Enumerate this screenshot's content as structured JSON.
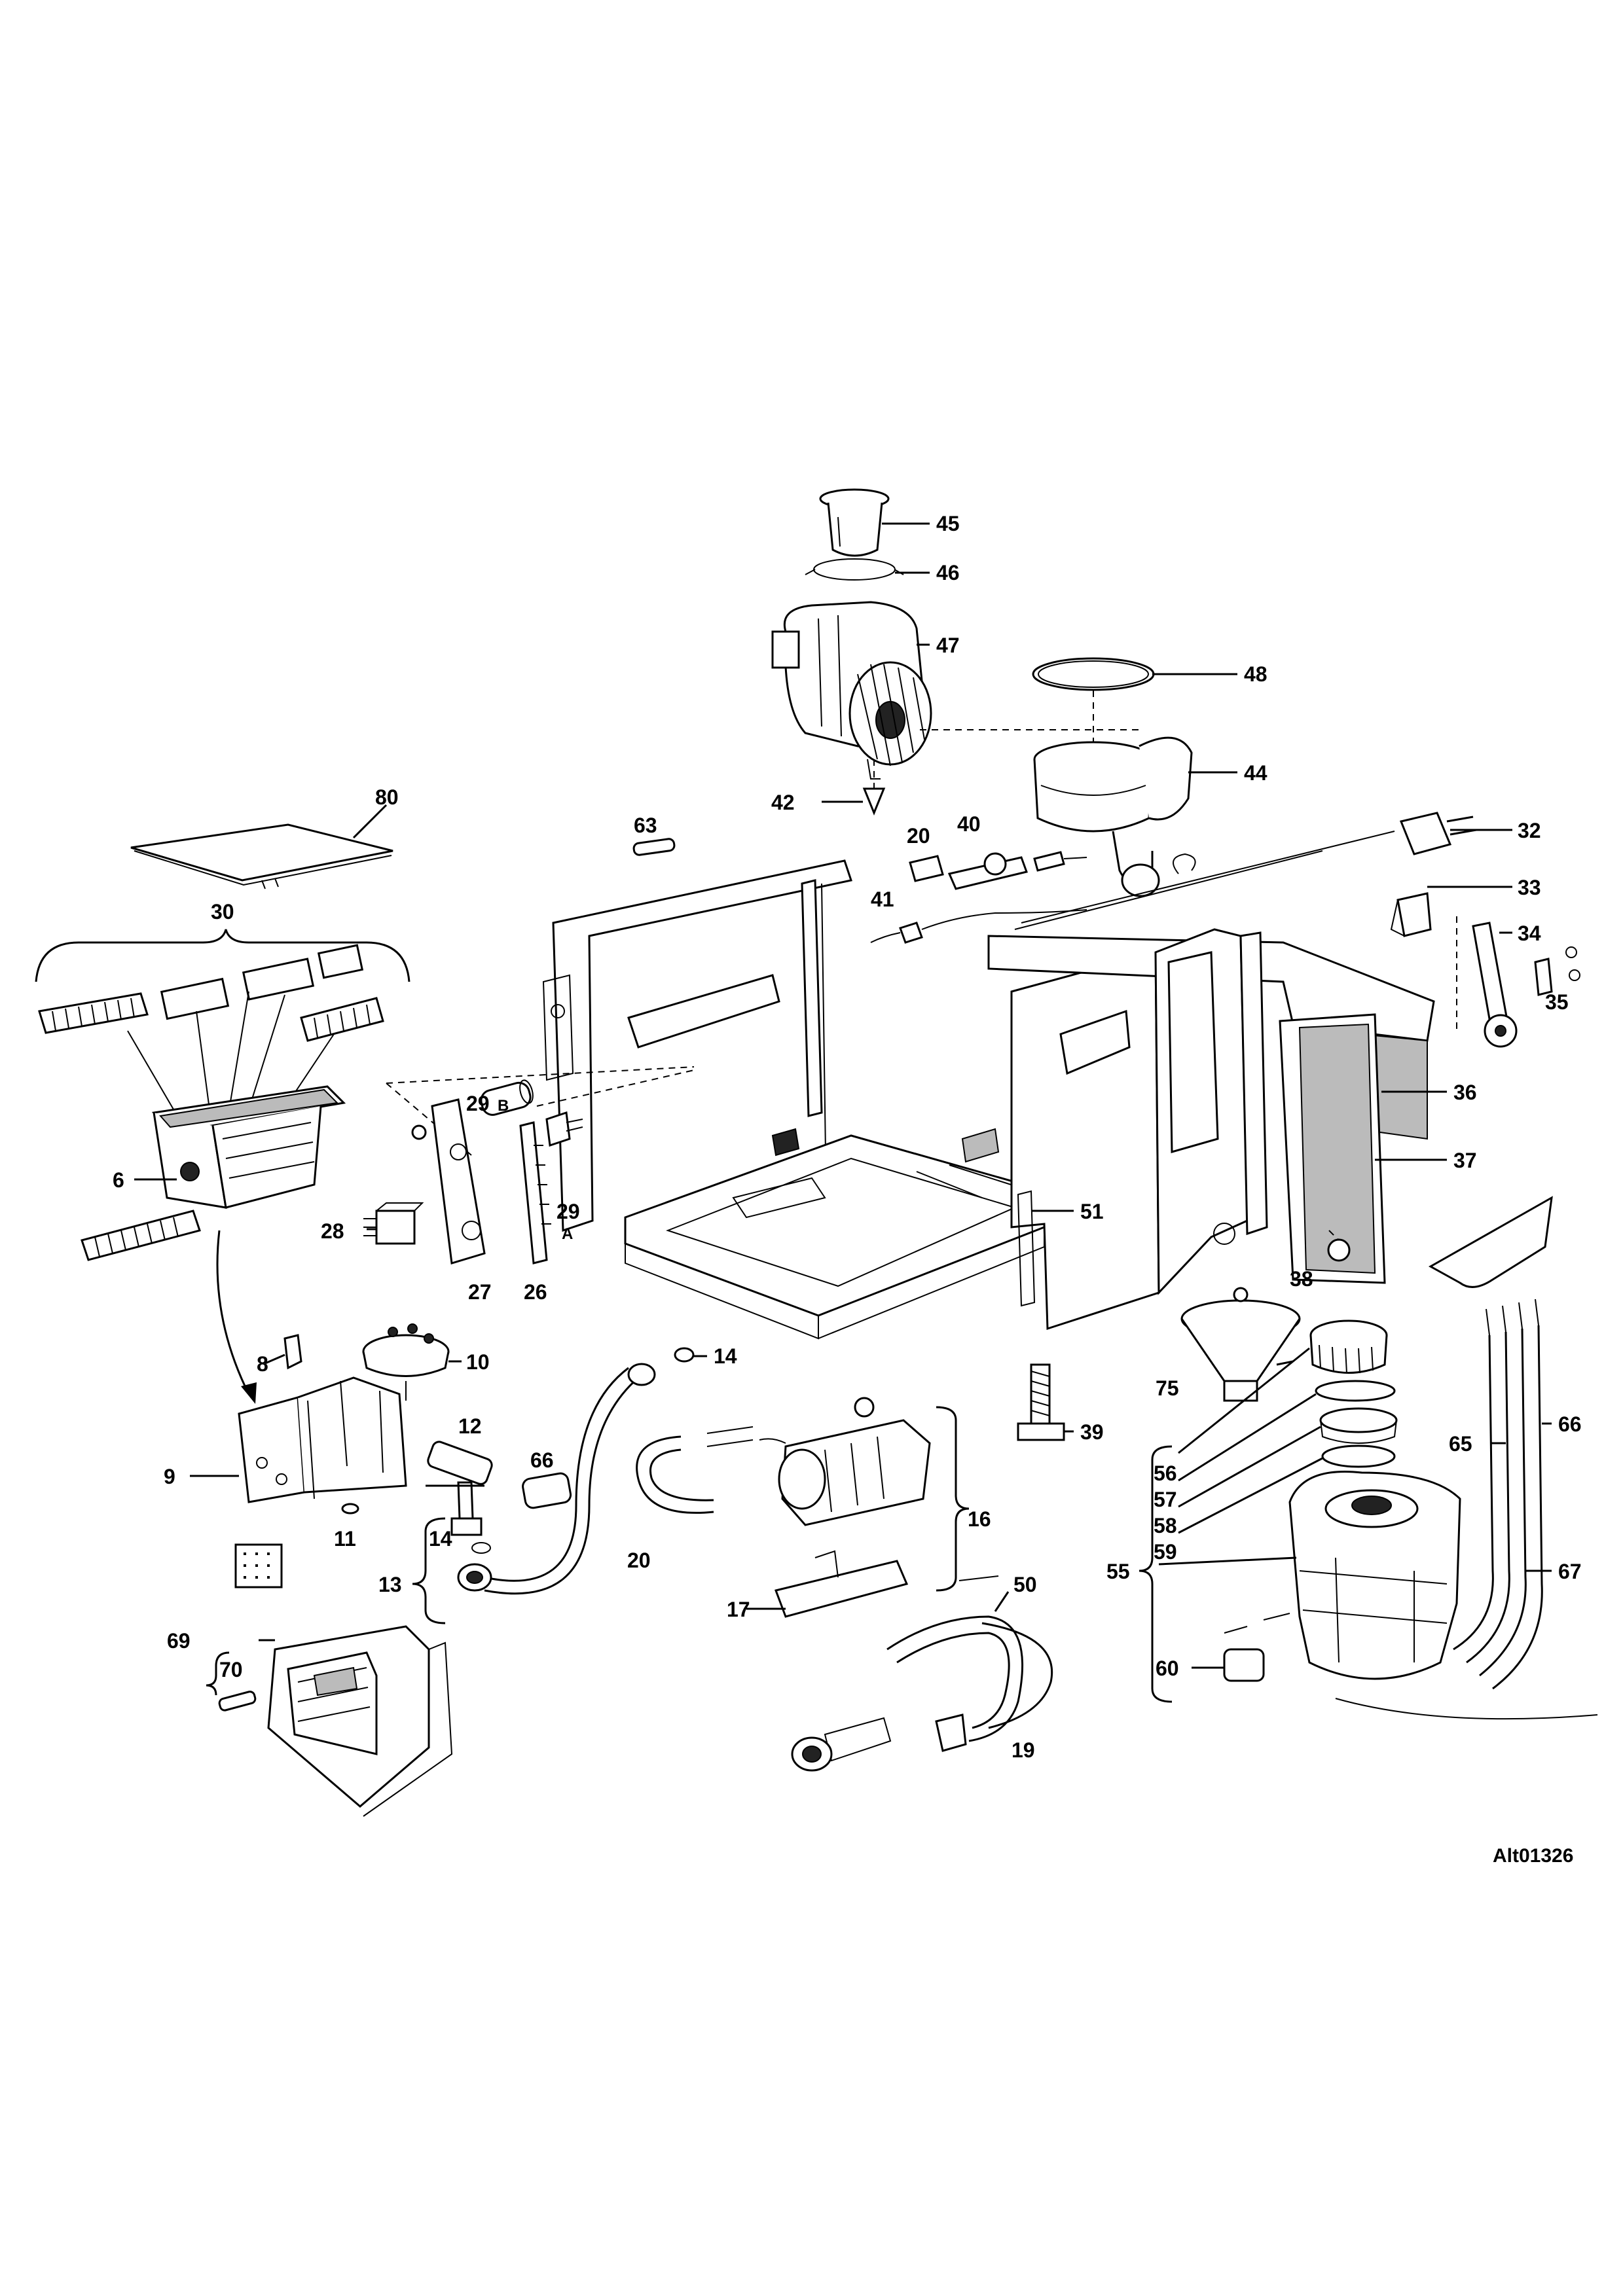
{
  "drawing": {
    "reference_code": "Alt01326",
    "part_labels": {
      "p45": "45",
      "p46": "46",
      "p47": "47",
      "p48": "48",
      "p44": "44",
      "p42": "42",
      "p80": "80",
      "p30": "30",
      "p63": "63",
      "p20a": "20",
      "p40": "40",
      "p32": "32",
      "p33": "33",
      "p34": "34",
      "p35": "35",
      "p41": "41",
      "p36": "36",
      "p37": "37",
      "p6": "6",
      "p29b": "29",
      "p29b_suffix": "B",
      "p29a": "29",
      "p29a_suffix": "A",
      "p28": "28",
      "p27": "27",
      "p26": "26",
      "p51": "51",
      "p38": "38",
      "p8": "8",
      "p10": "10",
      "p14a": "14",
      "p12": "12",
      "p66a": "66",
      "p9": "9",
      "p11": "11",
      "p14b": "14",
      "p13": "13",
      "p75": "75",
      "p39": "39",
      "p56": "56",
      "p57": "57",
      "p58": "58",
      "p59": "59",
      "p55": "55",
      "p65": "65",
      "p66b": "66",
      "p67": "67",
      "p60": "60",
      "p20b": "20",
      "p16": "16",
      "p17": "17",
      "p50": "50",
      "p19": "19",
      "p69": "69",
      "p70": "70"
    }
  }
}
